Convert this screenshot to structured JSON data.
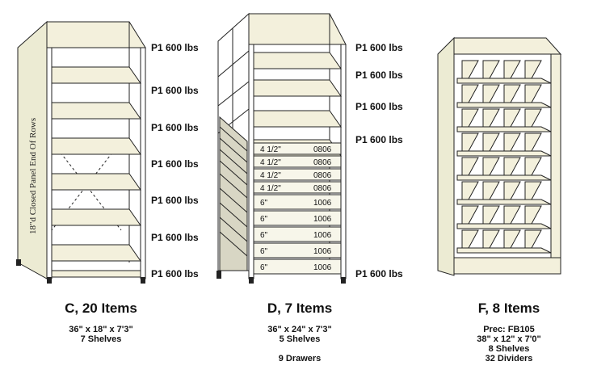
{
  "unit_c": {
    "panel_label": "18\"d Closed Panel End Of Rows",
    "loads": [
      "P1 600 lbs",
      "P1 600 lbs",
      "P1 600 lbs",
      "P1 600 lbs",
      "P1 600 lbs",
      "P1 600 lbs",
      "P1 600 lbs"
    ],
    "title": "C, 20 Items",
    "line1": "36\" x 18\" x 7'3\"",
    "line2": "7 Shelves"
  },
  "unit_d": {
    "loads": [
      "P1 600 lbs",
      "P1 600 lbs",
      "P1 600 lbs",
      "P1 600 lbs",
      "P1 600 lbs"
    ],
    "drawers": [
      {
        "size": "4 1/2\"",
        "code": "0806"
      },
      {
        "size": "4 1/2\"",
        "code": "0806"
      },
      {
        "size": "4 1/2\"",
        "code": "0806"
      },
      {
        "size": "4 1/2\"",
        "code": "0806"
      },
      {
        "size": "6\"",
        "code": "1006"
      },
      {
        "size": "6\"",
        "code": "1006"
      },
      {
        "size": "6\"",
        "code": "1006"
      },
      {
        "size": "6\"",
        "code": "1006"
      },
      {
        "size": "6\"",
        "code": "1006"
      }
    ],
    "title": "D, 7 Items",
    "line1": "36\" x 24\" x 7'3\"",
    "line2": "5 Shelves",
    "line3": "9 Drawers"
  },
  "unit_f": {
    "title": "F, 8 Items",
    "line1": "Prec: FB105",
    "line2": "38\" x 12\" x 7'0\"",
    "line3": "8 Shelves",
    "line4": "32 Dividers"
  },
  "colors": {
    "shelf_fill": "#f3f0dc",
    "outline": "#222222",
    "panel_fill": "#ecebd3"
  }
}
